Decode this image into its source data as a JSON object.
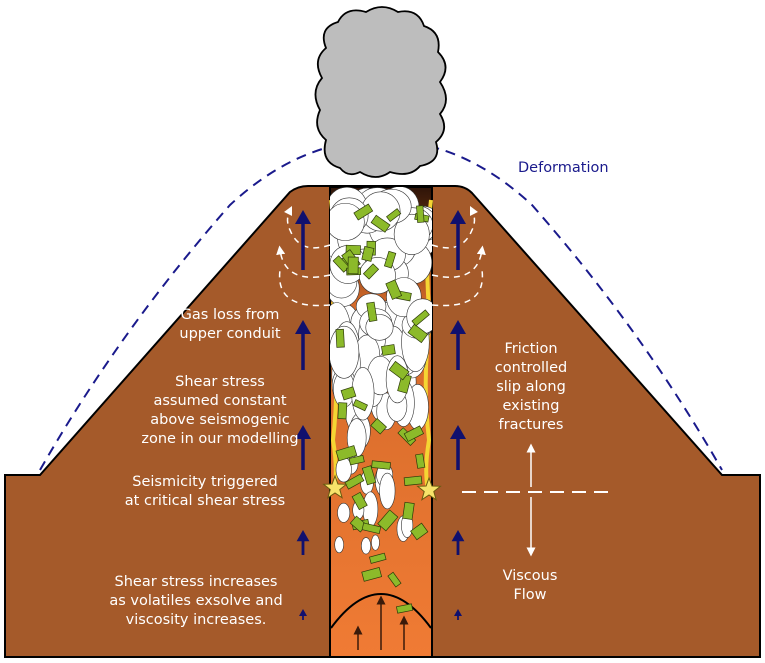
{
  "labels": {
    "deformation": "Deformation",
    "gas_loss": "Gas loss from\nupper conduit",
    "shear_constant": "Shear stress\nassumed constant\nabove seismogenic\nzone in our modelling",
    "seismicity": "Seismicity triggered\nat critical shear stress",
    "shear_increases": "Shear stress increases\nas volatiles exsolve and\nviscosity increases.",
    "friction": "Friction\ncontrolled\nslip along\nexisting\nfractures",
    "viscous": "Viscous\nFlow"
  },
  "colors": {
    "edifice": "#a55a2a",
    "magma": "#f07b34",
    "melt_yellow": "#f5d533",
    "plug_dark": "#3a1a0a",
    "ash_cloud": "#bdbdbd",
    "stress_arrow": "#10106e",
    "deformation_line": "#1a1a8c",
    "crystal": "#8cba2a",
    "star": "#f7e36a"
  },
  "icons": [
    "ash-cloud-icon",
    "earthquake-star-icon",
    "stress-arrow-icon",
    "crystal-icon",
    "bubble-icon"
  ]
}
